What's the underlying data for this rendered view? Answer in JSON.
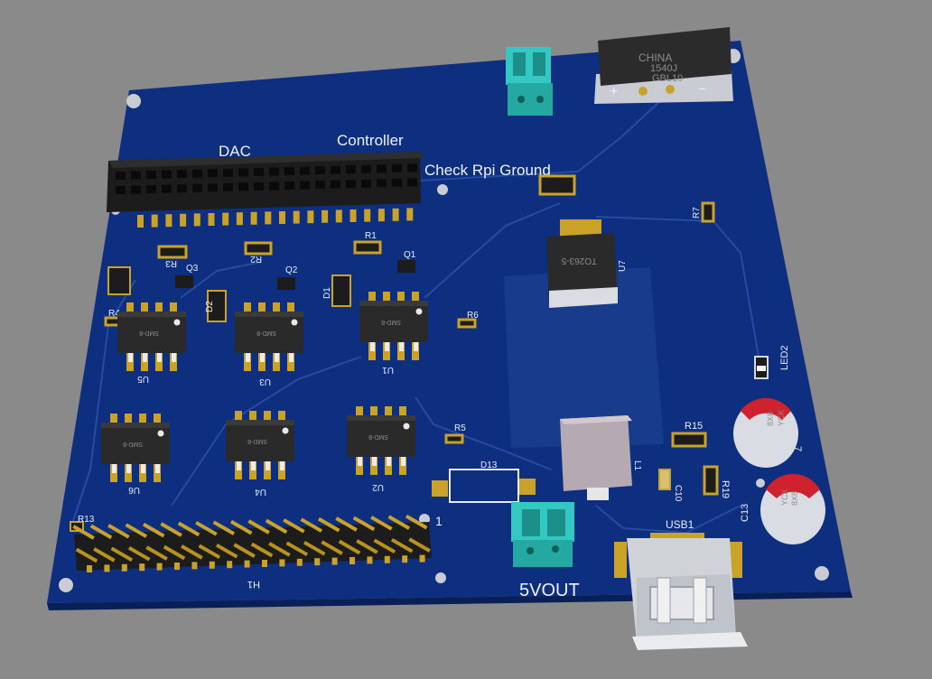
{
  "board": {
    "labels": {
      "dac": "DAC",
      "controller": "Controller",
      "check_rpi_ground": "Check Rpi Ground",
      "five_vout": "5VOUT",
      "usb": "USB1",
      "pin_one": "1",
      "header_h1": "H1",
      "led2": "LED2"
    },
    "refs": {
      "r1": "R1",
      "r2": "R2",
      "r3": "R3",
      "r4": "R4",
      "r5": "R5",
      "r6": "R6",
      "r7": "R7",
      "r13": "R13",
      "r15": "R15",
      "r19": "R19",
      "q1": "Q1",
      "q2": "Q2",
      "q3": "Q3",
      "d1": "D1",
      "d2": "D2",
      "d13": "D13",
      "u1": "U1",
      "u2": "U2",
      "u3": "U3",
      "u4": "U4",
      "u5": "U5",
      "u6": "U6",
      "u7": "U7",
      "c10": "C10",
      "c13": "C13",
      "l1": "L1",
      "c7": "7"
    },
    "chips": {
      "opto": "SMD-8",
      "regulator": "TO263-5",
      "bridge_line1": "CHINA",
      "bridge_line2": "1540J",
      "bridge_line3": "GBL10",
      "bridge_plus": "+",
      "bridge_minus": "−",
      "cap_text_a": "8X8",
      "cap_text_b": "YCK"
    },
    "colors": {
      "board": "#0e2f80",
      "copper": "#c9a227",
      "connector": "#33c9c2",
      "header": "#1c1c1c",
      "silk": "#e8eef8"
    }
  }
}
